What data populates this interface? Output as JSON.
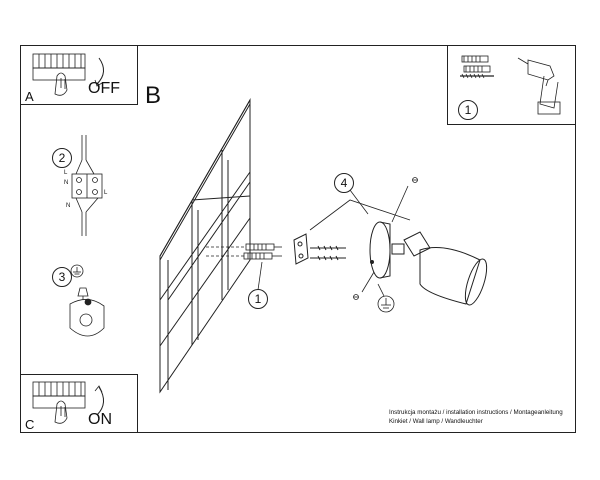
{
  "panel_a": {
    "letter": "A",
    "state": "OFF"
  },
  "panel_b": {
    "letter": "B"
  },
  "panel_c": {
    "letter": "C",
    "state": "ON"
  },
  "steps": {
    "one": "1",
    "two": "2",
    "three": "3",
    "four": "4"
  },
  "terminal_marks": {
    "l_top": "L",
    "n_top": "N",
    "l_bottom": "L",
    "n_bottom": "N"
  },
  "caption": {
    "line1": "Instrukcja montażu / installation instructions / Montageanleitung",
    "line2": "Kinkiet / Wall lamp / Wandleuchter"
  },
  "icons": [
    "breaker-panel-icon",
    "hand-icon",
    "drill-icon",
    "wall-plug-icon",
    "screw-icon",
    "ground-symbol-icon",
    "lamp-icon"
  ]
}
